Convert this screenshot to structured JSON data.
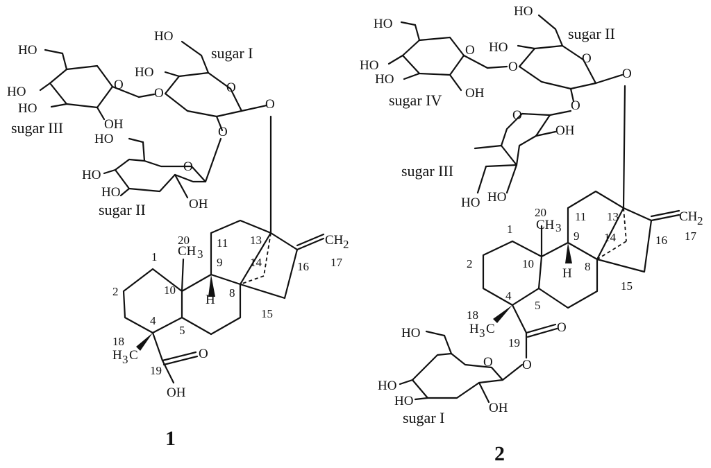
{
  "compounds": [
    {
      "number": "1",
      "sugar_labels": [
        "sugar I",
        "sugar II",
        "sugar III"
      ],
      "atom_labels": {
        "ho": "HO",
        "o": "O",
        "oh": "OH",
        "h": "H",
        "ch3": "CH",
        "h3c": "H",
        "c": "C",
        "ch2": "CH",
        "sub3": "3",
        "sub2": "2"
      },
      "carbon_numbers": [
        "1",
        "2",
        "4",
        "5",
        "8",
        "9",
        "10",
        "11",
        "13",
        "14",
        "15",
        "16",
        "17",
        "18",
        "19",
        "20"
      ]
    },
    {
      "number": "2",
      "sugar_labels": [
        "sugar I",
        "sugar II",
        "sugar III",
        "sugar IV"
      ],
      "atom_labels": {
        "ho": "HO",
        "o": "O",
        "oh": "OH",
        "h": "H",
        "ch3": "CH",
        "h3c": "H",
        "c": "C",
        "ch2": "CH",
        "sub3": "3",
        "sub2": "2"
      },
      "carbon_numbers": [
        "1",
        "2",
        "4",
        "5",
        "8",
        "9",
        "10",
        "11",
        "13",
        "14",
        "15",
        "16",
        "17",
        "18",
        "19",
        "20"
      ]
    }
  ]
}
